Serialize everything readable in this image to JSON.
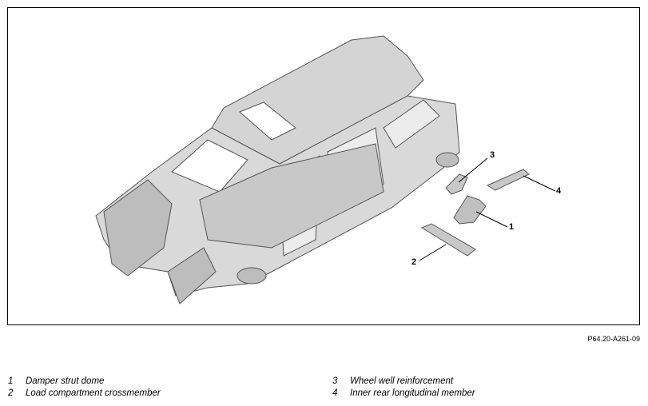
{
  "figure_id": "P64.20-A261-09",
  "callouts": [
    "1",
    "2",
    "3",
    "4"
  ],
  "legend": [
    {
      "number": "1",
      "label": "Damper strut dome"
    },
    {
      "number": "2",
      "label": "Load compartment crossmember"
    },
    {
      "number": "3",
      "label": "Wheel well reinforcement"
    },
    {
      "number": "4",
      "label": "Inner rear longitudinal member"
    }
  ],
  "colors": {
    "body_fill": "#d9d9d9",
    "body_shade": "#bdbdbd",
    "outline": "#555555",
    "frame": "#000000"
  }
}
